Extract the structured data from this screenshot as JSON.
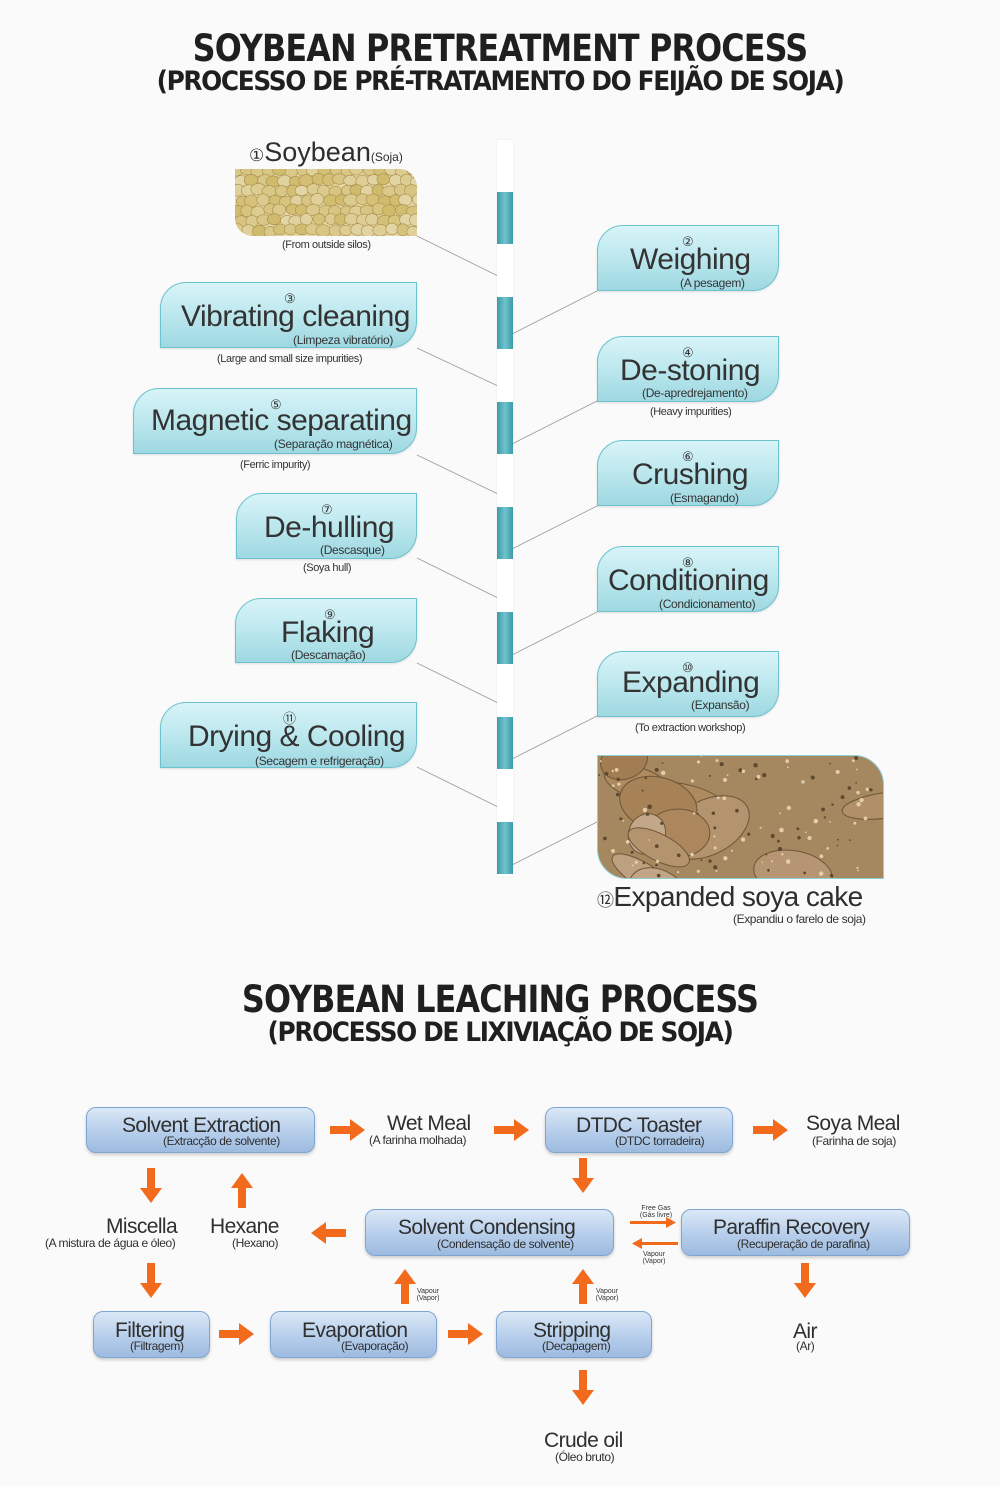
{
  "pretreatment": {
    "title": "SOYBEAN PRETREATMENT PROCESS",
    "subtitle": "(PROCESSO DE PRÉ-TRATAMENTO DO FEIJÃO DE SOJA)",
    "soybean": {
      "num": "①",
      "name": "Soybean",
      "pt": "(Soja)",
      "note": "(From outside silos)"
    },
    "steps": [
      {
        "num": "②",
        "name": "Weighing",
        "pt": "(A pesagem)"
      },
      {
        "num": "③",
        "name": "Vibrating cleaning",
        "pt": "(Limpeza vibratório)",
        "note": "(Large and small size impurities)"
      },
      {
        "num": "④",
        "name": "De-stoning",
        "pt": "(De-apredrejamento)",
        "note": "(Heavy impurities)"
      },
      {
        "num": "⑤",
        "name": "Magnetic separating",
        "pt": "(Separação magnética)",
        "note": "(Ferric impurity)"
      },
      {
        "num": "⑥",
        "name": "Crushing",
        "pt": "(Esmagando)"
      },
      {
        "num": "⑦",
        "name": "De-hulling",
        "pt": "(Descasque)",
        "note": "(Soya hull)"
      },
      {
        "num": "⑧",
        "name": "Conditioning",
        "pt": "(Condicionamento)"
      },
      {
        "num": "⑨",
        "name": "Flaking",
        "pt": "(Descamação)"
      },
      {
        "num": "⑩",
        "name": "Expanding",
        "pt": "(Expansão)",
        "note": "(To extraction workshop)"
      },
      {
        "num": "⑪",
        "name": "Drying & Cooling",
        "pt": "(Secagem e refrigeração)"
      }
    ],
    "cake": {
      "num": "⑫",
      "name": "Expanded soya cake",
      "pt": "(Expandiu o farelo de soja)"
    }
  },
  "leaching": {
    "title": "SOYBEAN LEACHING PROCESS",
    "subtitle": "(PROCESSO DE LIXIVIAÇÃO DE SOJA)",
    "solvent_extraction": {
      "name": "Solvent Extraction",
      "pt": "(Extracção de solvente)"
    },
    "wet_meal": {
      "name": "Wet Meal",
      "pt": "(A farinha molhada)"
    },
    "dtdc": {
      "name": "DTDC Toaster",
      "pt": "(DTDC torradeira)"
    },
    "soya_meal": {
      "name": "Soya Meal",
      "pt": "(Farinha de soja)"
    },
    "miscella": {
      "name": "Miscella",
      "pt": "(A mistura de água e óleo)"
    },
    "hexane": {
      "name": "Hexane",
      "pt": "(Hexano)"
    },
    "solvent_condensing": {
      "name": "Solvent Condensing",
      "pt": "(Condensação de solvente)"
    },
    "paraffin_recovery": {
      "name": "Paraffin Recovery",
      "pt": "(Recuperação de parafina)"
    },
    "free_gas": {
      "en": "Free Gas",
      "pt": "(Gás livre)"
    },
    "vapour": {
      "en": "Vapour",
      "pt": "(Vapor)"
    },
    "filtering": {
      "name": "Filtering",
      "pt": "(Filtragem)"
    },
    "evaporation": {
      "name": "Evaporation",
      "pt": "(Evaporação)"
    },
    "stripping": {
      "name": "Stripping",
      "pt": "(Decapagem)"
    },
    "air": {
      "name": "Air",
      "pt": "(Ar)"
    },
    "crude_oil": {
      "name": "Crude oil",
      "pt": "(Óleo bruto)"
    }
  },
  "colors": {
    "card": "#bfe9ef",
    "spine": "#4aa5b0",
    "leach_box": "#b9d0ec",
    "arrow": "#f26b1d"
  },
  "icons": {
    "soybean_photo": "soybean-photo",
    "cake_photo": "soya-cake-photo",
    "arrows": "orange-arrow"
  }
}
